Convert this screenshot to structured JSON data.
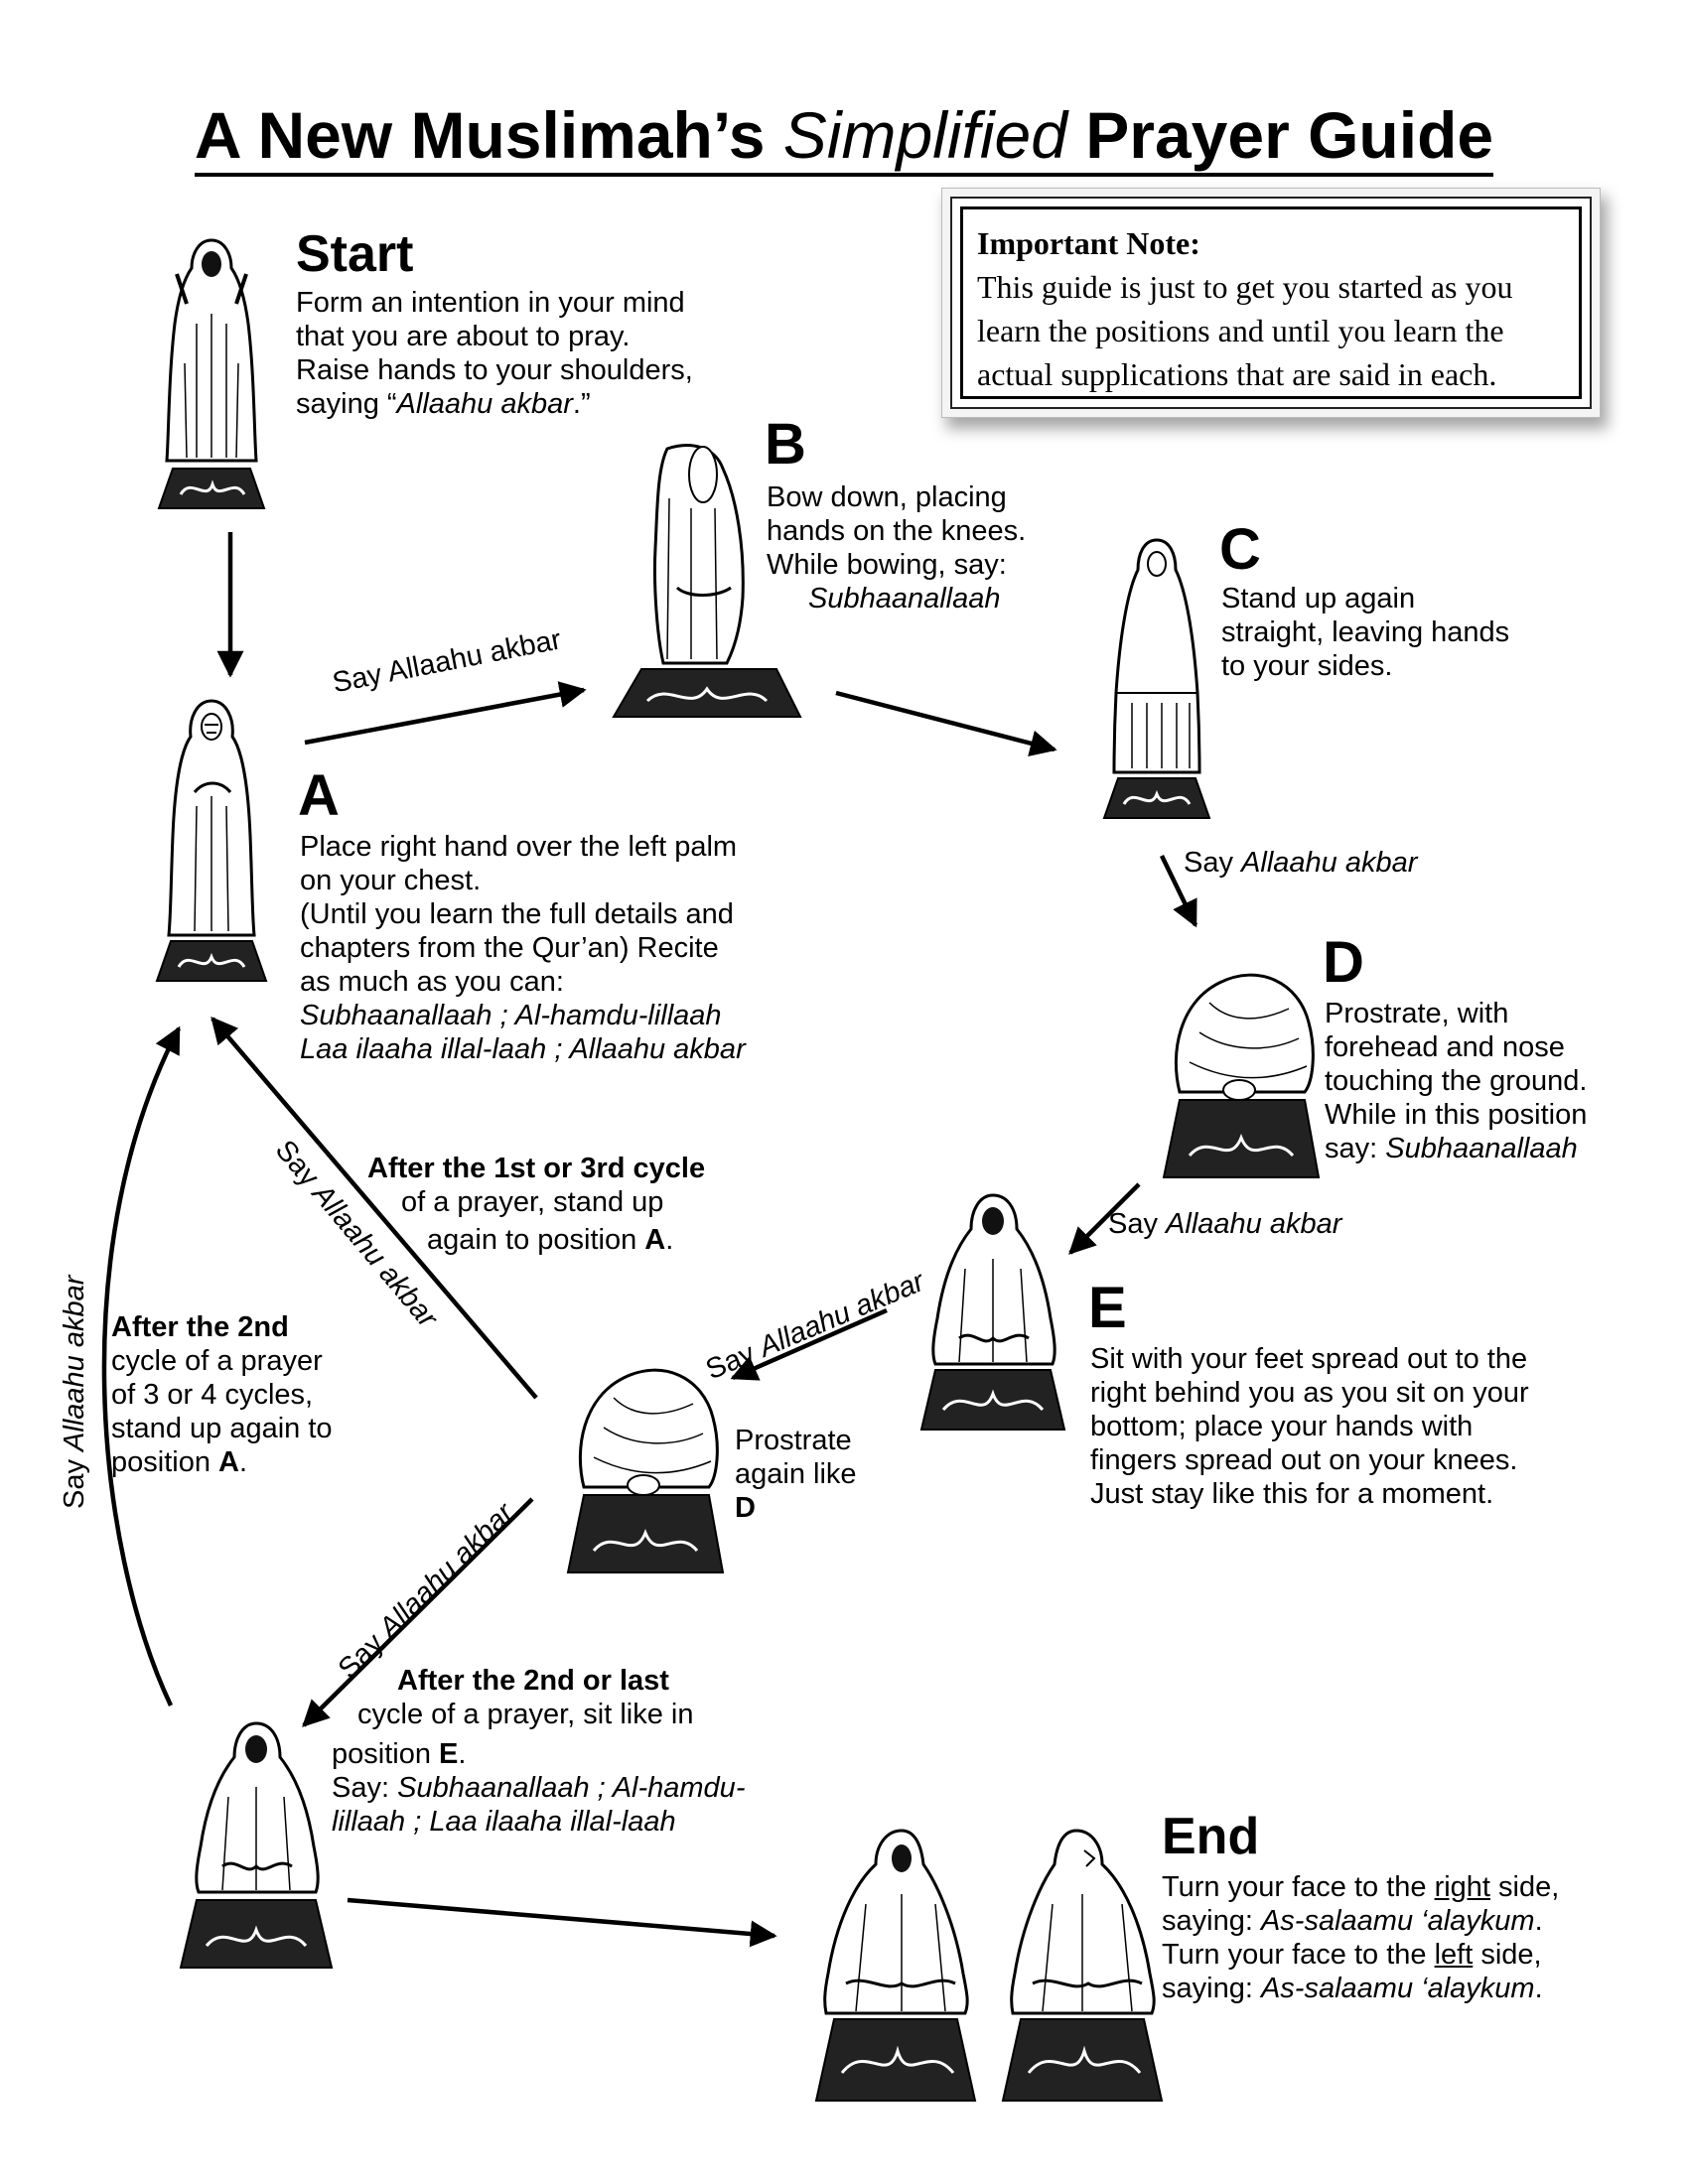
{
  "title": {
    "part1": "A New Muslimah’s ",
    "part2": "Simplified",
    "part3": " Prayer Guide"
  },
  "note": {
    "heading": "Important Note:",
    "lines": [
      "This guide is just to get you started as you",
      "learn the positions and until you learn the",
      "actual supplications that are said in each."
    ]
  },
  "start": {
    "heading": "Start",
    "line1": "Form an intention in your mind",
    "line2": "that you are about to pray.",
    "line3": "Raise hands to your shoulders,",
    "line4_pre": "saying “",
    "line4_it": "Allaahu akbar",
    "line4_post": ".”"
  },
  "a": {
    "letter": "A",
    "line1": "Place right hand over the left palm",
    "line2": "on your chest.",
    "line3": "(Until you learn the full details and",
    "line4": "chapters from the Qur’an) Recite",
    "line5": "as much as you can:",
    "line6": "Subhaanallaah ; Al-hamdu-lillaah",
    "line7": "Laa ilaaha illal-laah ; Allaahu akbar"
  },
  "b": {
    "letter": "B",
    "line1": "Bow down, placing",
    "line2": "hands on the knees.",
    "line3": "While bowing, say:",
    "line4": "Subhaanallaah"
  },
  "c": {
    "letter": "C",
    "line1": "Stand up again",
    "line2": "straight, leaving hands",
    "line3": "to your sides."
  },
  "d": {
    "letter": "D",
    "line1": "Prostrate, with",
    "line2": "forehead and nose",
    "line3": "touching the ground.",
    "line4": "While in this position",
    "line5_pre": "say: ",
    "line5_it": "Subhaanallaah"
  },
  "e": {
    "letter": "E",
    "line1": "Sit with your feet spread out to the",
    "line2": "right behind you as you sit on your",
    "line3": "bottom; place your hands with",
    "line4": "fingers spread out on your knees.",
    "line5": "Just stay like this for a moment."
  },
  "again": {
    "line1": "Prostrate",
    "line2": "again like",
    "line3": "D"
  },
  "cycle13": {
    "line1": "After the 1st or 3rd cycle",
    "line2": "of a prayer, stand up",
    "line3_pre": "again to position ",
    "line3_b": "A",
    "line3_post": "."
  },
  "cycle2": {
    "line1": "After the 2nd",
    "line2": "cycle of a prayer",
    "line3": "of 3 or 4 cycles,",
    "line4": "stand up again to",
    "line5_pre": "position ",
    "line5_b": "A",
    "line5_post": "."
  },
  "last": {
    "line1": "After the 2nd or last",
    "line2": "cycle of a prayer, sit like in",
    "line3_pre": "position ",
    "line3_b": "E",
    "line3_post": ".",
    "line4_pre": "Say: ",
    "line4_it": "Subhaanallaah ; Al-hamdu-",
    "line5_it": "lillaah ; Laa ilaaha illal-laah"
  },
  "end": {
    "heading": "End",
    "line1_pre": "Turn your face to the ",
    "line1_u": "right",
    "line1_post": " side,",
    "line2_pre": "saying: ",
    "line2_it": "As-salaamu ‘alaykum",
    "line2_post": ".",
    "line3_pre": "Turn your face to the ",
    "line3_u": "left",
    "line3_post": " side,",
    "line4_pre": "saying: ",
    "line4_it": "As-salaamu ‘alaykum",
    "line4_post": "."
  },
  "say": {
    "pre": "Say ",
    "it": "Allaahu akbar"
  }
}
